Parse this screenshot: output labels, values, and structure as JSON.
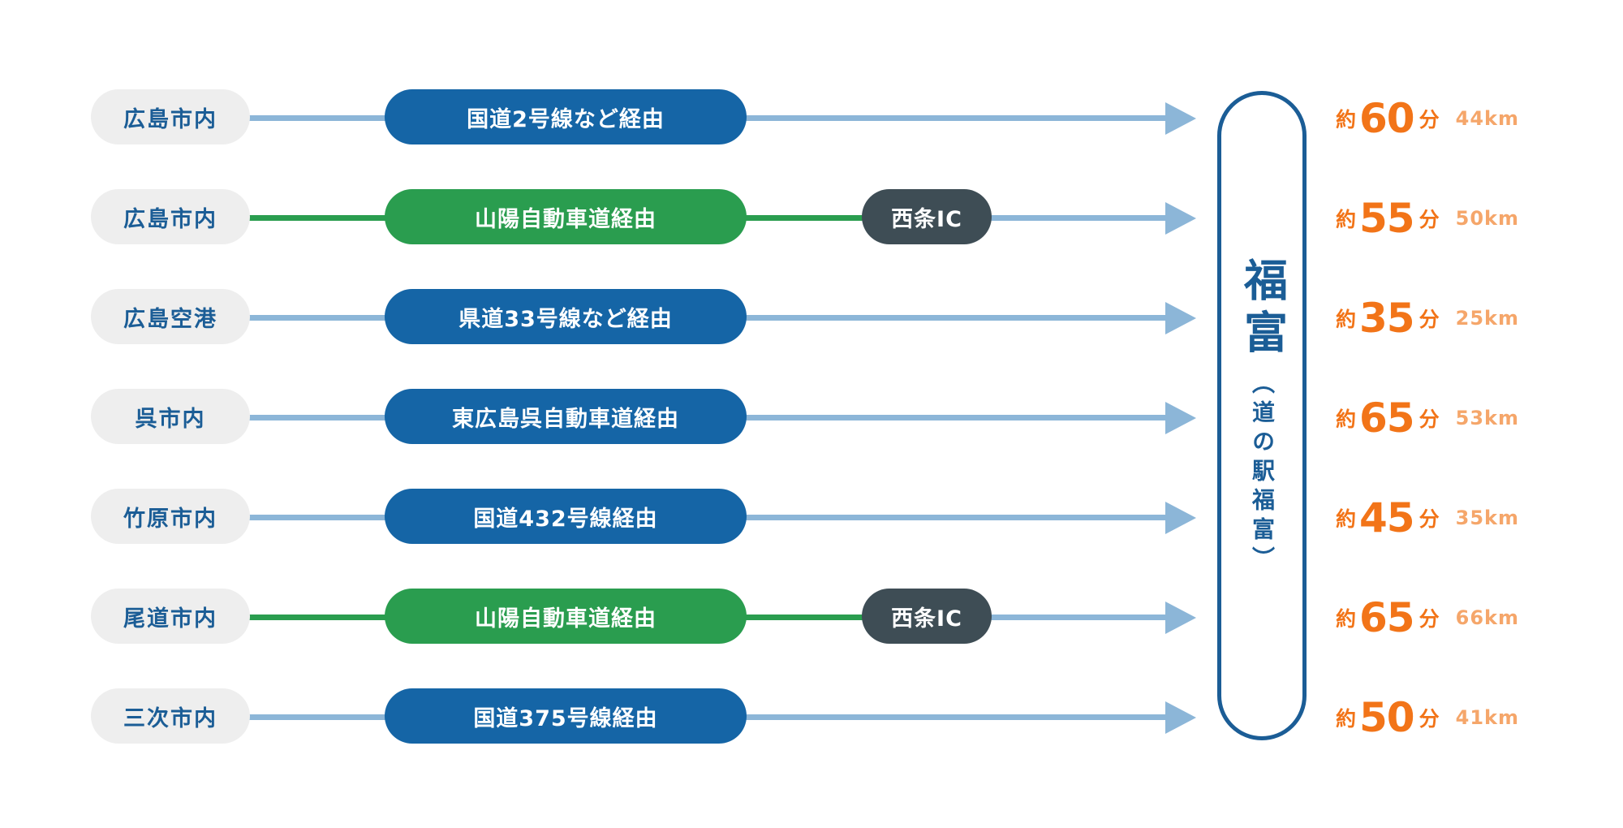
{
  "routes": [
    {
      "origin": "広島市内",
      "via": "国道2号線など経由",
      "via_color": "blue",
      "ic": "",
      "time_prefix": "約",
      "minutes": "60",
      "time_unit": "分",
      "distance": "44km"
    },
    {
      "origin": "広島市内",
      "via": "山陽自動車道経由",
      "via_color": "green",
      "ic": "西条IC",
      "time_prefix": "約",
      "minutes": "55",
      "time_unit": "分",
      "distance": "50km"
    },
    {
      "origin": "広島空港",
      "via": "県道33号線など経由",
      "via_color": "blue",
      "ic": "",
      "time_prefix": "約",
      "minutes": "35",
      "time_unit": "分",
      "distance": "25km"
    },
    {
      "origin": "呉市内",
      "via": "東広島呉自動車道経由",
      "via_color": "blue",
      "ic": "",
      "time_prefix": "約",
      "minutes": "65",
      "time_unit": "分",
      "distance": "53km"
    },
    {
      "origin": "竹原市内",
      "via": "国道432号線経由",
      "via_color": "blue",
      "ic": "",
      "time_prefix": "約",
      "minutes": "45",
      "time_unit": "分",
      "distance": "35km"
    },
    {
      "origin": "尾道市内",
      "via": "山陽自動車道経由",
      "via_color": "green",
      "ic": "西条IC",
      "time_prefix": "約",
      "minutes": "65",
      "time_unit": "分",
      "distance": "66km"
    },
    {
      "origin": "三次市内",
      "via": "国道375号線経由",
      "via_color": "blue",
      "ic": "",
      "time_prefix": "約",
      "minutes": "50",
      "time_unit": "分",
      "distance": "41km"
    }
  ],
  "destination": {
    "name": "福富",
    "subtitle": "（道の駅福富）"
  },
  "colors": {
    "primary_blue": "#1565a6",
    "highway_green": "#2a9d4f",
    "ic_gray": "#3e4d55",
    "line_light_blue": "#8cb6d8",
    "time_orange": "#f27418",
    "distance_orange": "#f5a66a",
    "origin_bg": "#eeeeee"
  }
}
